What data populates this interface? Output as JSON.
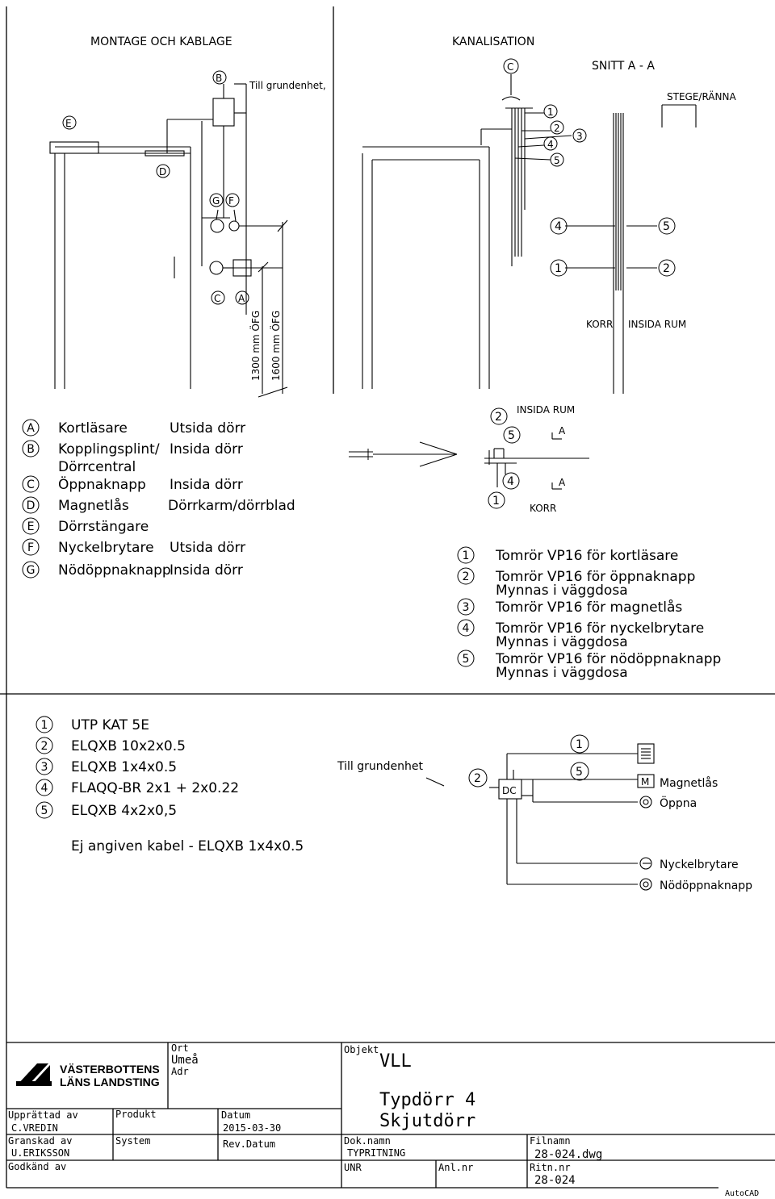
{
  "montage": {
    "heading": "MONTAGE OCH KABLAGE",
    "till_grundenhet": "Till grundenhet,",
    "tag_b": "B",
    "tag_e": "E",
    "tag_d": "D",
    "tag_g": "G",
    "tag_f": "F",
    "tag_c": "C",
    "tag_a": "A",
    "height_1": "1300 mm ÖFG",
    "height_2": "1600 mm ÖFG"
  },
  "kanalisation": {
    "heading": "KANALISATION",
    "tag_c": "C",
    "snitt": "SNITT A - A",
    "stege": "STEGE/RÄNNA",
    "n1": "1",
    "n2": "2",
    "n3": "3",
    "n4": "4",
    "n5": "5",
    "korr": "KORR",
    "insida_rum": "INSIDA RUM"
  },
  "plan_view": {
    "insida_rum": "INSIDA RUM",
    "korr": "KORR",
    "a_top": "A",
    "a_bottom": "A",
    "n1": "1",
    "n2": "2",
    "n4": "4",
    "n5": "5"
  },
  "legend_components": [
    {
      "tag": "A",
      "name": "Kortläsare",
      "place": "Utsida dörr"
    },
    {
      "tag": "B",
      "name": "Kopplingsplint/",
      "name2": "Dörrcentral",
      "place": "Insida dörr"
    },
    {
      "tag": "C",
      "name": "Öppnaknapp",
      "place": "Insida dörr"
    },
    {
      "tag": "D",
      "name": "Magnetlås",
      "place": "Dörrkarm/dörrblad"
    },
    {
      "tag": "E",
      "name": "Dörrstängare",
      "place": ""
    },
    {
      "tag": "F",
      "name": "Nyckelbrytare",
      "place": "Utsida dörr"
    },
    {
      "tag": "G",
      "name": "Nödöppnaknapp",
      "place": "Insida dörr"
    }
  ],
  "legend_tubes": [
    {
      "num": "1",
      "text": "Tomrör VP16 för kortläsare",
      "sub": ""
    },
    {
      "num": "2",
      "text": "Tomrör VP16 för öppnaknapp",
      "sub": "Mynnas i väggdosa"
    },
    {
      "num": "3",
      "text": "Tomrör VP16 för magnetlås",
      "sub": ""
    },
    {
      "num": "4",
      "text": "Tomrör VP16 för nyckelbrytare",
      "sub": "Mynnas i väggdosa"
    },
    {
      "num": "5",
      "text": "Tomrör VP16 för nödöppnaknapp",
      "sub": "Mynnas i väggdosa"
    }
  ],
  "legend_cables": [
    {
      "num": "1",
      "text": "UTP KAT 5E"
    },
    {
      "num": "2",
      "text": "ELQXB 10x2x0.5"
    },
    {
      "num": "3",
      "text": "ELQXB 1x4x0.5"
    },
    {
      "num": "4",
      "text": "FLAQQ-BR 2x1 + 2x0.22"
    },
    {
      "num": "5",
      "text": "ELQXB 4x2x0,5"
    }
  ],
  "default_cable": "Ej angiven kabel - ELQXB 1x4x0.5",
  "wiring": {
    "till_grundenhet": "Till grundenhet",
    "n2": "2",
    "n1": "1",
    "n5": "5",
    "dc": "DC",
    "m_box": "M",
    "magnetlas": "Magnetlås",
    "oppna": "Öppna",
    "nyckelbrytare": "Nyckelbrytare",
    "nodoppnaknapp": "Nödöppnaknapp"
  },
  "title_block": {
    "org_line1": "VÄSTERBOTTENS",
    "org_line2": "LÄNS LANDSTING",
    "ort_label": "Ort",
    "ort_value": "Umeå",
    "adr_label": "Adr",
    "objekt_label": "Objekt",
    "objekt_value": "VLL",
    "title_line1": "Typdörr 4",
    "title_line2": "Skjutdörr",
    "upprattad_label": "Upprättad av",
    "upprattad_value": "C.VREDIN",
    "produkt_label": "Produkt",
    "datum_label": "Datum",
    "datum_value": "2015-03-30",
    "granskad_label": "Granskad av",
    "granskad_value": "U.ERIKSSON",
    "system_label": "System",
    "revdatum_label": "Rev.Datum",
    "doknamn_label": "Dok.namn",
    "doknamn_value": "TYPRITNING",
    "filnamn_label": "Filnamn",
    "filnamn_value": "28-024.dwg",
    "godkand_label": "Godkänd av",
    "unr_label": "UNR",
    "anlnr_label": "Anl.nr",
    "ritnr_label": "Ritn.nr",
    "ritnr_value": "28-024",
    "autocad": "AutoCAD"
  }
}
